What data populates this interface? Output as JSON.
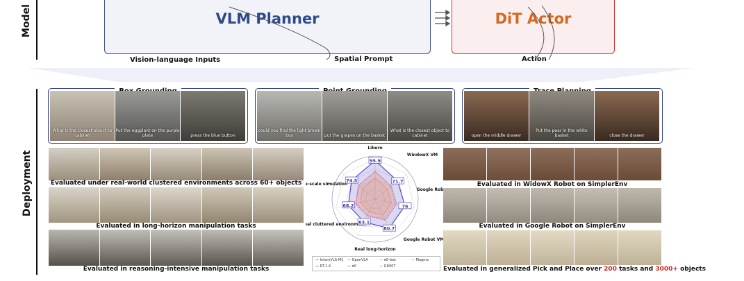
{
  "model_row": {
    "label": "Model",
    "planner_title_a": "VLM",
    "planner_title_b": "Planner",
    "actor_title": "DiT Actor",
    "vision_inputs": "Vision-language Inputs",
    "spatial_prompt": "Spatial Prompt",
    "action": "Action",
    "colors": {
      "planner_blue": "#2d4a8a",
      "actor_orange": "#d2691e"
    }
  },
  "deployment": {
    "label": "Deployment",
    "groups": [
      {
        "title": "Box Grounding",
        "captions": [
          "What is the closest object to cabinet",
          "Put the eggplant on the purple plate",
          "press the blue button"
        ]
      },
      {
        "title": "Point Grounding",
        "captions": [
          "could you find the light brown box",
          "put the grapes on the basket",
          "What is the closest object to cabinet"
        ]
      },
      {
        "title": "Trace Planning",
        "captions": [
          "open the middle drawer",
          "Put the pear in the white basket",
          "close the drawer"
        ]
      }
    ],
    "left_rows": [
      "Evaluated under real-world clustered environments across 60+ objects",
      "Evaluated in long-horizon manipulation tasks",
      "Evaluated in reasoning-intensive manipulation tasks"
    ],
    "right_rows": [
      "Evaluated in WidowX Robot on SimplerEnv",
      "Evaluated in Google Robot on SimplerEnv"
    ],
    "last_right": {
      "prefix": "Evaluated in generalized Pick and Place over",
      "n1": "200",
      "mid": "tasks and",
      "n2": "3000+",
      "suffix": "objects"
    }
  },
  "chart_data": {
    "type": "radar",
    "axes": [
      "Libero",
      "WindowX VM",
      "Google Robot VA",
      "Google Robot VM",
      "Real long-horizon",
      "Real cluttered environment",
      "Large-scale simulation"
    ],
    "highlight_values": [
      95.9,
      71.7,
      76.0,
      80.7,
      63.1,
      68.2,
      74.5
    ],
    "series": [
      {
        "name": "InternVLA-M1",
        "color": "#5b4fc7"
      },
      {
        "name": "RT-1-X",
        "color": "#3d6fd1"
      },
      {
        "name": "OpenVLA",
        "color": "#888888"
      },
      {
        "name": "π0",
        "color": "#d84a4a"
      },
      {
        "name": "π0-fast",
        "color": "#e0a060"
      },
      {
        "name": "GR00T",
        "color": "#7a9a7a"
      },
      {
        "name": "Magma",
        "color": "#f08c2e"
      }
    ]
  }
}
